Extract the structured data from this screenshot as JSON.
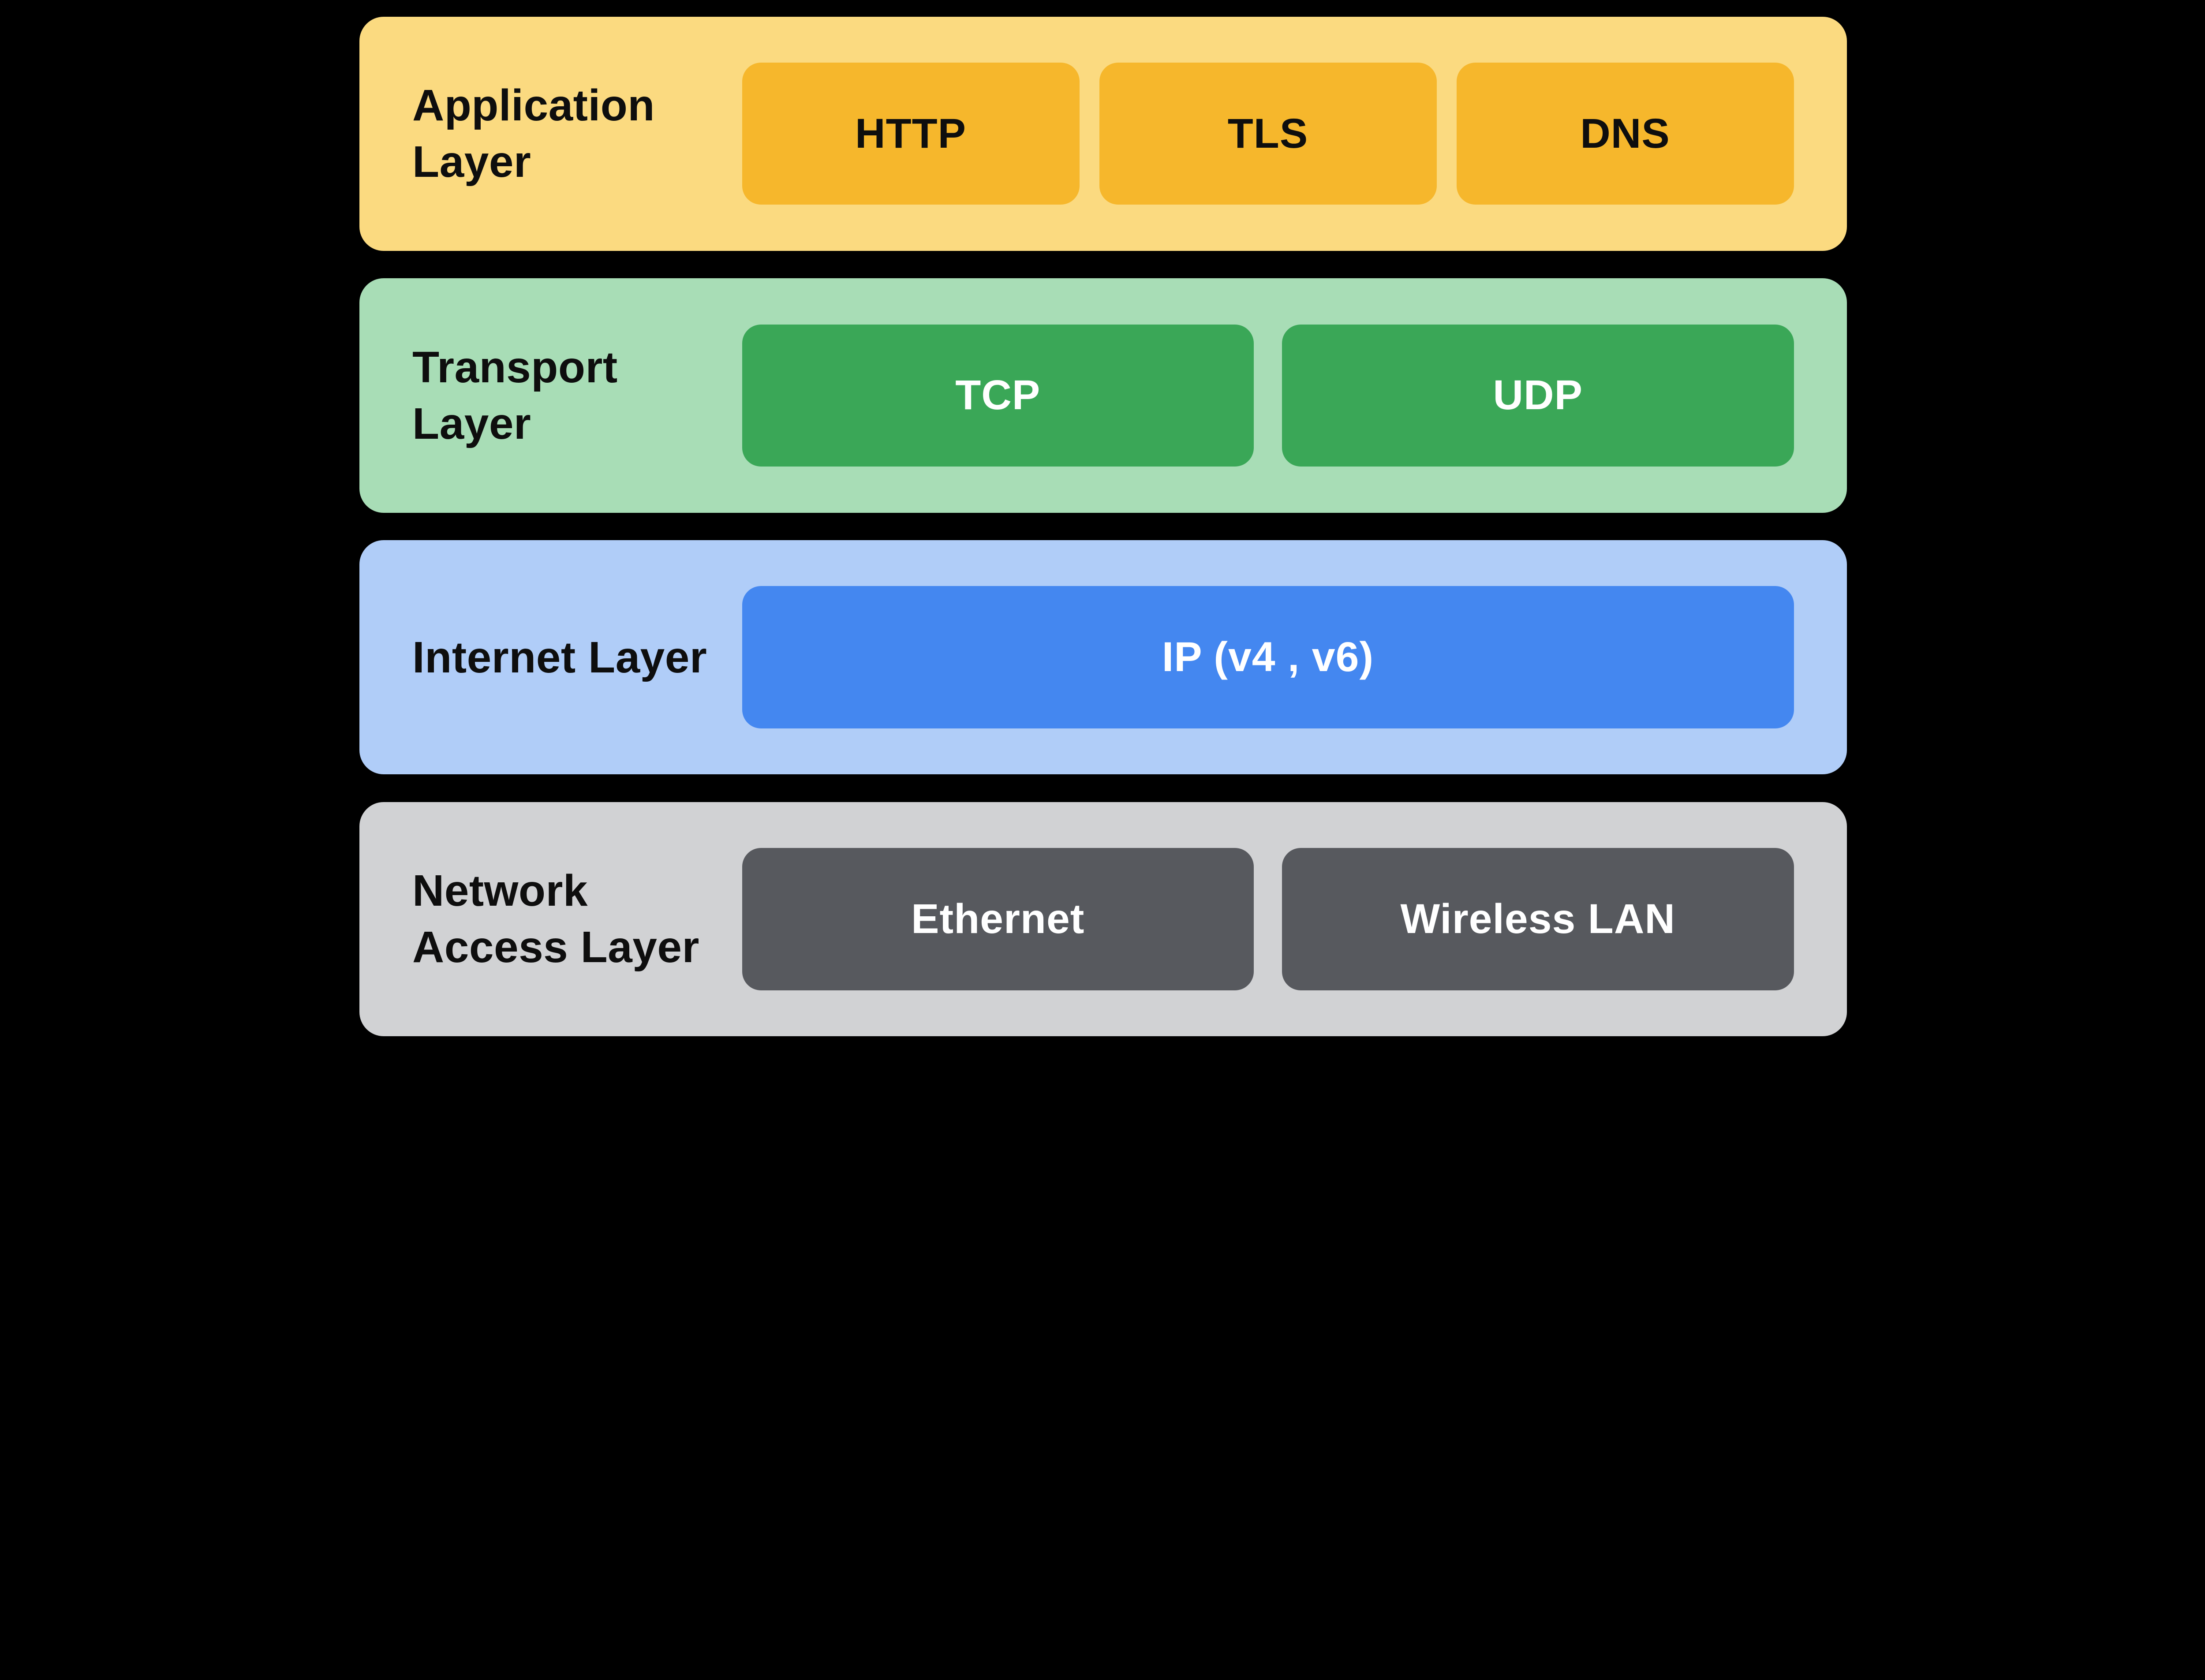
{
  "background_color": "#000000",
  "layers": [
    {
      "label": "Application Layer",
      "band_color": "#FBDA80",
      "box_color": "#F6B72C",
      "box_text_color": "#0E0E0E",
      "label_color": "#0E0E0E",
      "boxes": [
        {
          "label": "HTTP"
        },
        {
          "label": "TLS"
        },
        {
          "label": "DNS"
        }
      ]
    },
    {
      "label": "Transport Layer",
      "band_color": "#A8DDB6",
      "box_color": "#3AA757",
      "box_text_color": "#FFFFFF",
      "label_color": "#0E0E0E",
      "boxes": [
        {
          "label": "TCP"
        },
        {
          "label": "UDP"
        }
      ]
    },
    {
      "label": "Internet Layer",
      "band_color": "#B0CDF8",
      "box_color": "#4487F0",
      "box_text_color": "#FFFFFF",
      "label_color": "#0E0E0E",
      "boxes": [
        {
          "label": "IP (v4 , v6)"
        }
      ]
    },
    {
      "label": "Network Access Layer",
      "band_color": "#D1D2D4",
      "box_color": "#57595E",
      "box_text_color": "#FFFFFF",
      "label_color": "#0E0E0E",
      "boxes": [
        {
          "label": "Ethernet"
        },
        {
          "label": "Wireless LAN"
        }
      ]
    }
  ]
}
